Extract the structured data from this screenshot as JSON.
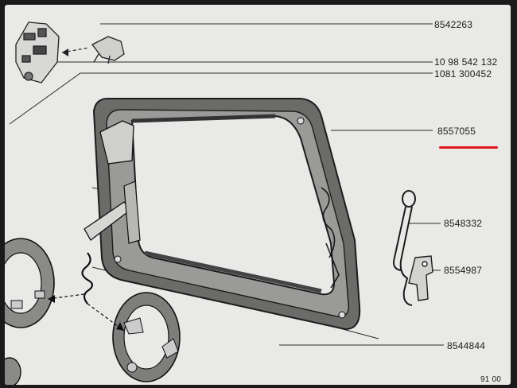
{
  "diagram": {
    "part_numbers": {
      "p1": "8542263",
      "p2": "10 98 542 132",
      "p3": "1081 300452",
      "p4": "8557055",
      "p5": "8548332",
      "p6": "8554987",
      "p7": "8544844"
    },
    "corner_fragment": "91 00",
    "highlight_color": "#e0161b",
    "paper_color": "#e9e9e7",
    "ink_color": "#1c1c1c"
  }
}
